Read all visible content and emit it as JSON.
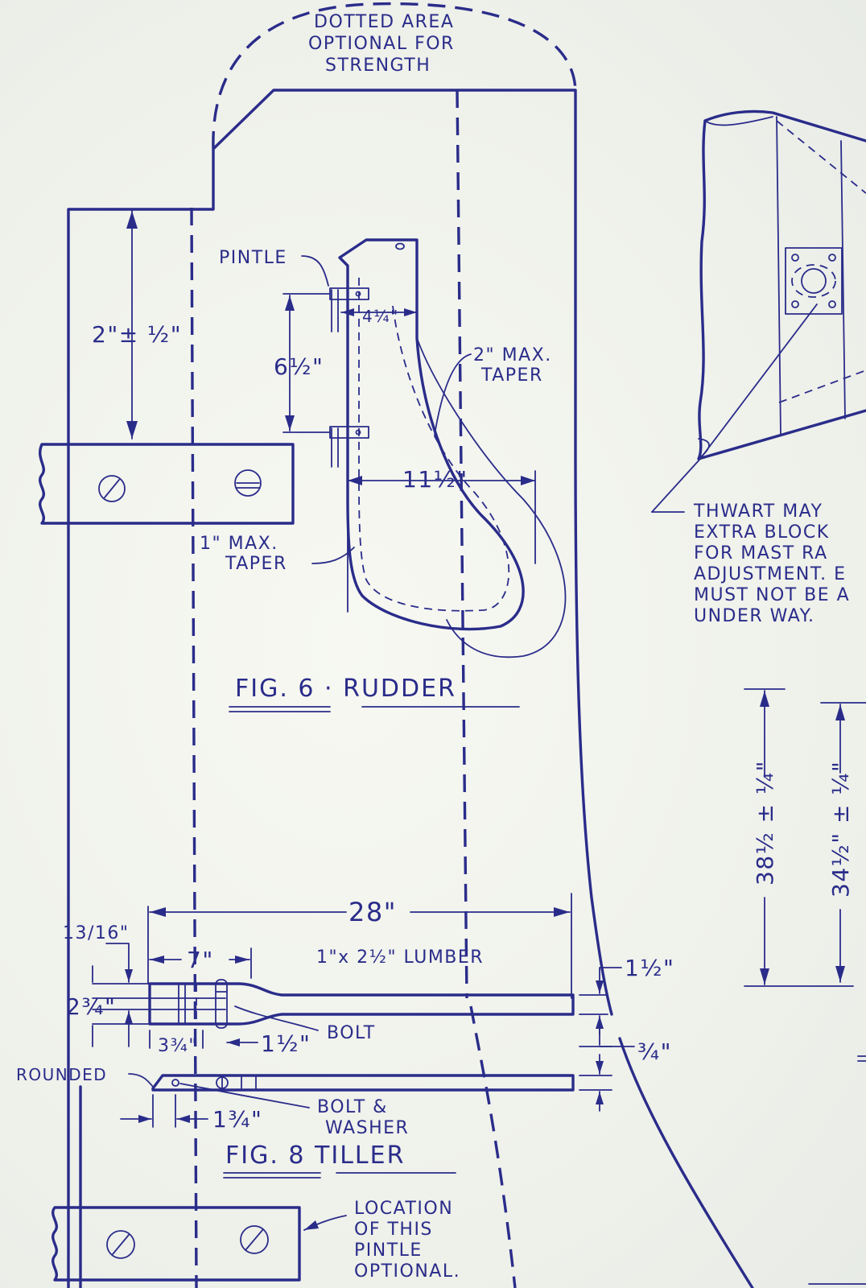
{
  "notes": {
    "dotted_area_1": "DOTTED AREA",
    "dotted_area_2": "OPTIONAL FOR",
    "dotted_area_3": "STRENGTH",
    "pintle": "PINTLE",
    "taper_2_1": "2\" MAX.",
    "taper_2_2": "TAPER",
    "taper_1_1": "1\" MAX.",
    "taper_1_2": "TAPER",
    "thwart_1": "THWART MAY",
    "thwart_2": "EXTRA BLOCK",
    "thwart_3": "FOR MAST RA",
    "thwart_4": "ADJUSTMENT. E",
    "thwart_5": "MUST NOT BE A",
    "thwart_6": "UNDER WAY.",
    "lumber": "1\"x 2½\" LUMBER",
    "bolt": "BOLT",
    "rounded": "ROUNDED",
    "bolt_washer_1": "BOLT &",
    "bolt_washer_2": "WASHER",
    "location_1": "LOCATION",
    "location_2": "OF THIS",
    "location_3": "PINTLE",
    "location_4": "OPTIONAL."
  },
  "figures": {
    "fig6": "FIG. 6 · RUDDER",
    "fig8": "FIG. 8 TILLER"
  },
  "dimensions": {
    "d_2": "2\"± ½\"",
    "d_6_5": "6½\"",
    "d_4_25": "4¼\"",
    "d_11_5": "11½\"",
    "d_28": "28\"",
    "d_7": "7\"",
    "d_13_16": "13/16\"",
    "d_2_75": "2¾\"",
    "d_3_75": "3¾\"",
    "d_1_5a": "1½\"",
    "d_1_5b": "1½\"",
    "d_0_75": "¾\"",
    "d_1_75": "1¾\"",
    "d_38_5": "38½ ± ¼\"",
    "d_34_5": "34½\" ± ¼\""
  }
}
